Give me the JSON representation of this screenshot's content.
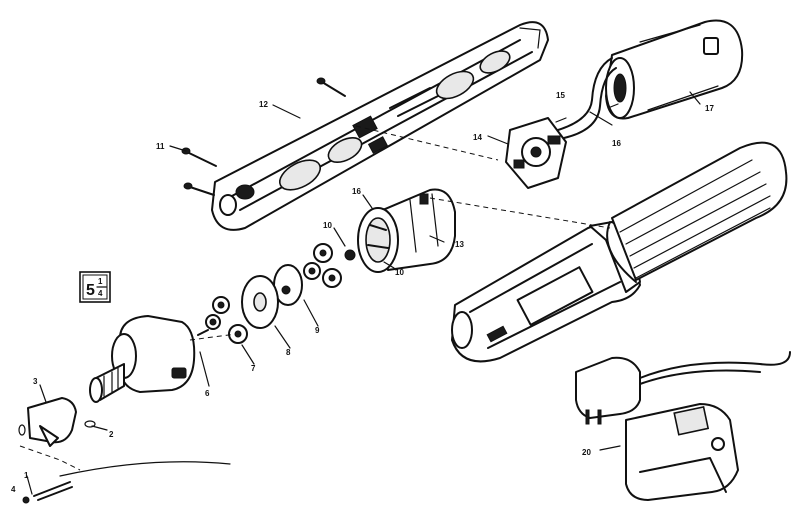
{
  "diagram": {
    "callouts": [
      {
        "id": "c1",
        "text": "1"
      },
      {
        "id": "c2",
        "text": "2"
      },
      {
        "id": "c3",
        "text": "3"
      },
      {
        "id": "c4",
        "text": "4"
      },
      {
        "id": "c6",
        "text": "6"
      },
      {
        "id": "c7",
        "text": "7"
      },
      {
        "id": "c8",
        "text": "8"
      },
      {
        "id": "c9",
        "text": "9"
      },
      {
        "id": "c10a",
        "text": "10"
      },
      {
        "id": "c10b",
        "text": "10"
      },
      {
        "id": "c11",
        "text": "11"
      },
      {
        "id": "c12",
        "text": "12"
      },
      {
        "id": "c13",
        "text": "13"
      },
      {
        "id": "c14",
        "text": "14"
      },
      {
        "id": "c15",
        "text": "15"
      },
      {
        "id": "c16a",
        "text": "16"
      },
      {
        "id": "c16b",
        "text": "16"
      },
      {
        "id": "c17",
        "text": "17"
      },
      {
        "id": "c20",
        "text": "20"
      }
    ],
    "ratio_badge": {
      "whole": "5",
      "numerator": "1",
      "denominator": "4"
    }
  }
}
